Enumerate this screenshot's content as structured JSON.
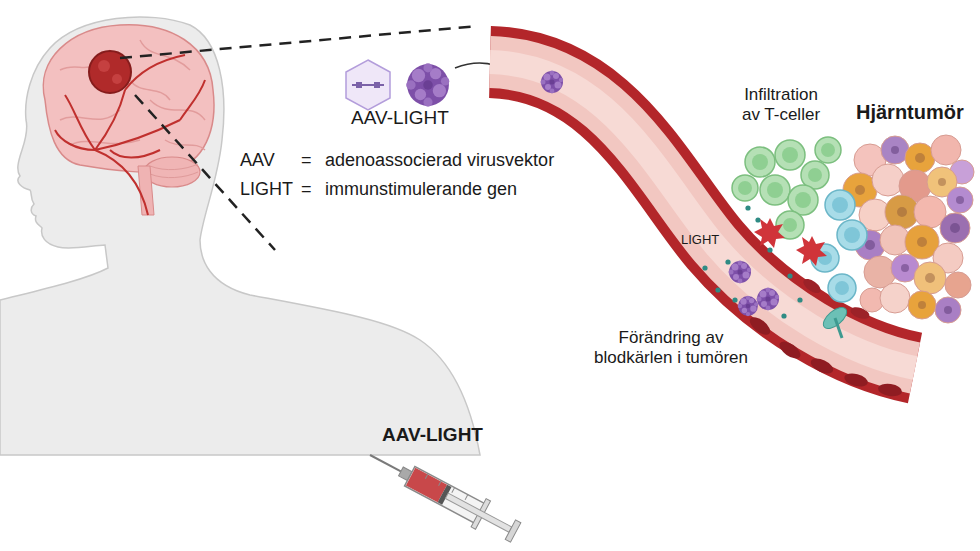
{
  "diagram": {
    "labels": [
      "AAV-LIGHT",
      "AAV",
      "=",
      "adenoassocierad virusvektor",
      "LIGHT",
      "=",
      "immunstimulerande gen",
      "Infiltration av T-celler",
      "Hjärntumör",
      "LIGHT",
      "Förändring av blodkärlen i tumören",
      "AAV-LIGHT"
    ]
  }
}
